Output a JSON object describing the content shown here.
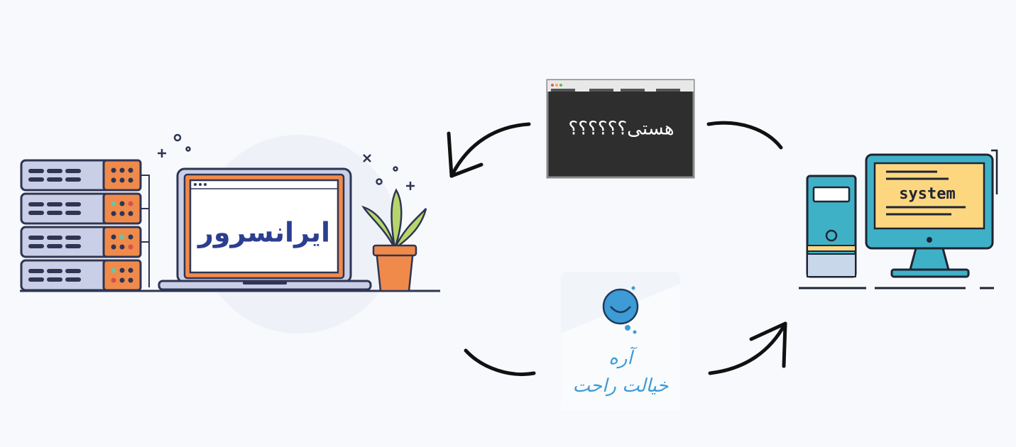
{
  "left_group": {
    "laptop_logo_text": "ایرانسرور"
  },
  "terminal": {
    "text": "هستی؟؟؟؟؟؟"
  },
  "computer": {
    "screen_text": "system"
  },
  "answer_card": {
    "line1": "آره",
    "line2": "خیالت راحت"
  },
  "colors": {
    "server_body": "#c9cfe6",
    "server_accent": "#f08a4b",
    "outline": "#2f3553",
    "laptop_frame": "#f08a4b",
    "terminal_bg": "#2e2e2e",
    "monitor_frame": "#3fb1c7",
    "monitor_screen": "#fcd77f",
    "card_accent": "#3d9bd6",
    "arrow": "#111111"
  }
}
